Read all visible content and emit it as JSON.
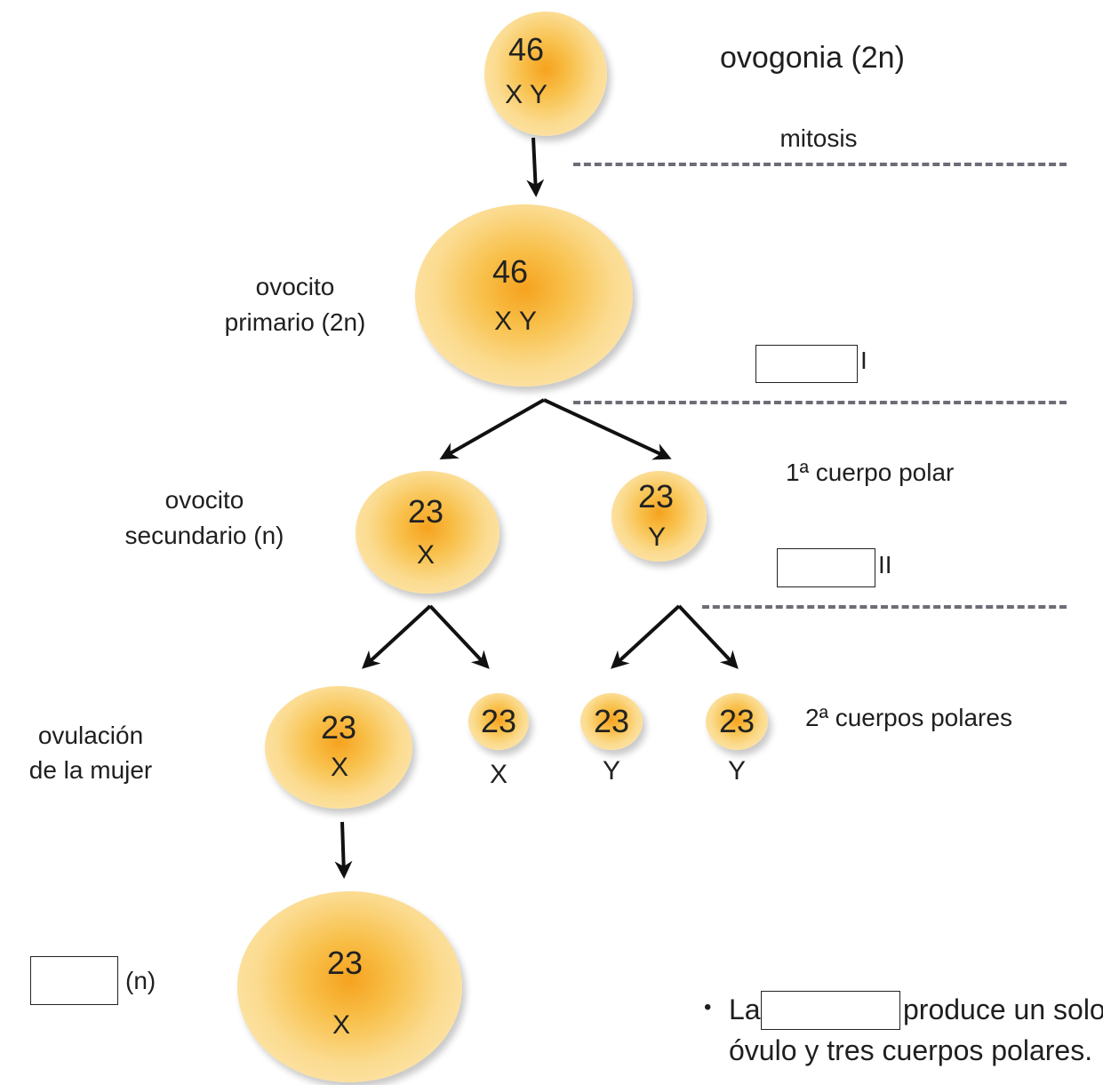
{
  "cells": {
    "ovogonia": {
      "number": "46",
      "chromosomes": "X Y"
    },
    "primary": {
      "number": "46",
      "chromosomes": "X Y"
    },
    "secondary": {
      "number": "23",
      "chromosomes": "X"
    },
    "polar1": {
      "number": "23",
      "chromosomes": "Y"
    },
    "ovulation": {
      "number": "23",
      "chromosomes": "X"
    },
    "polar2a": {
      "number": "23",
      "chromosomes": "X"
    },
    "polar2b": {
      "number": "23",
      "chromosomes": "Y"
    },
    "polar2c": {
      "number": "23",
      "chromosomes": "Y"
    },
    "ovum": {
      "number": "23",
      "chromosomes": "X"
    }
  },
  "labels": {
    "ovogonia": "ovogonia (2n)",
    "mitosis": "mitosis",
    "primary_line1": "ovocito",
    "primary_line2": "primario (2n)",
    "meiosis1_suffix": "I",
    "secondary_line1": "ovocito",
    "secondary_line2": "secundario (n)",
    "polar1": "1ª cuerpo polar",
    "meiosis2_suffix": "II",
    "polar2": "2ª cuerpos polares",
    "ovulation_line1": "ovulación",
    "ovulation_line2": "de la mujer",
    "ovum_suffix": "(n)"
  },
  "statement": {
    "bullet": "•",
    "prefix": "La",
    "suffix": "produce un solo",
    "line2": "óvulo y tres cuerpos polares."
  },
  "blanks": {
    "meiosis1": "",
    "meiosis2": "",
    "ovum": "",
    "statement": ""
  },
  "colors": {
    "cell_center": "#f6a21e",
    "cell_edge": "#fdebbf",
    "divider": "#6d6d78"
  }
}
